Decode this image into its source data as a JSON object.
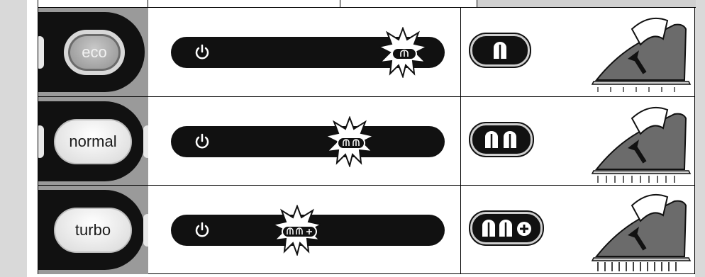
{
  "colors": {
    "panel_dark": "#111111",
    "panel_gray": "#9a9a9a",
    "frame_gray": "#d9d9d9",
    "button_light": "#ffffff"
  },
  "rows": [
    {
      "mode_label": "eco",
      "mode_style": "selected",
      "steam_level": 1,
      "steam_plus": false,
      "display_icon": "power-icon",
      "indicator_icon": "single-steam-icon",
      "result_icon": "single-steam-icon",
      "steam_output_icon": "iron-steam-low-icon"
    },
    {
      "mode_label": "normal",
      "mode_style": "plain",
      "steam_level": 2,
      "steam_plus": false,
      "display_icon": "power-icon",
      "indicator_icon": "double-steam-icon",
      "result_icon": "double-steam-icon",
      "steam_output_icon": "iron-steam-medium-icon"
    },
    {
      "mode_label": "turbo",
      "mode_style": "plain",
      "steam_level": 3,
      "steam_plus": true,
      "display_icon": "power-icon",
      "indicator_icon": "double-steam-plus-icon",
      "result_icon": "double-steam-plus-icon",
      "steam_output_icon": "iron-steam-high-icon"
    }
  ]
}
